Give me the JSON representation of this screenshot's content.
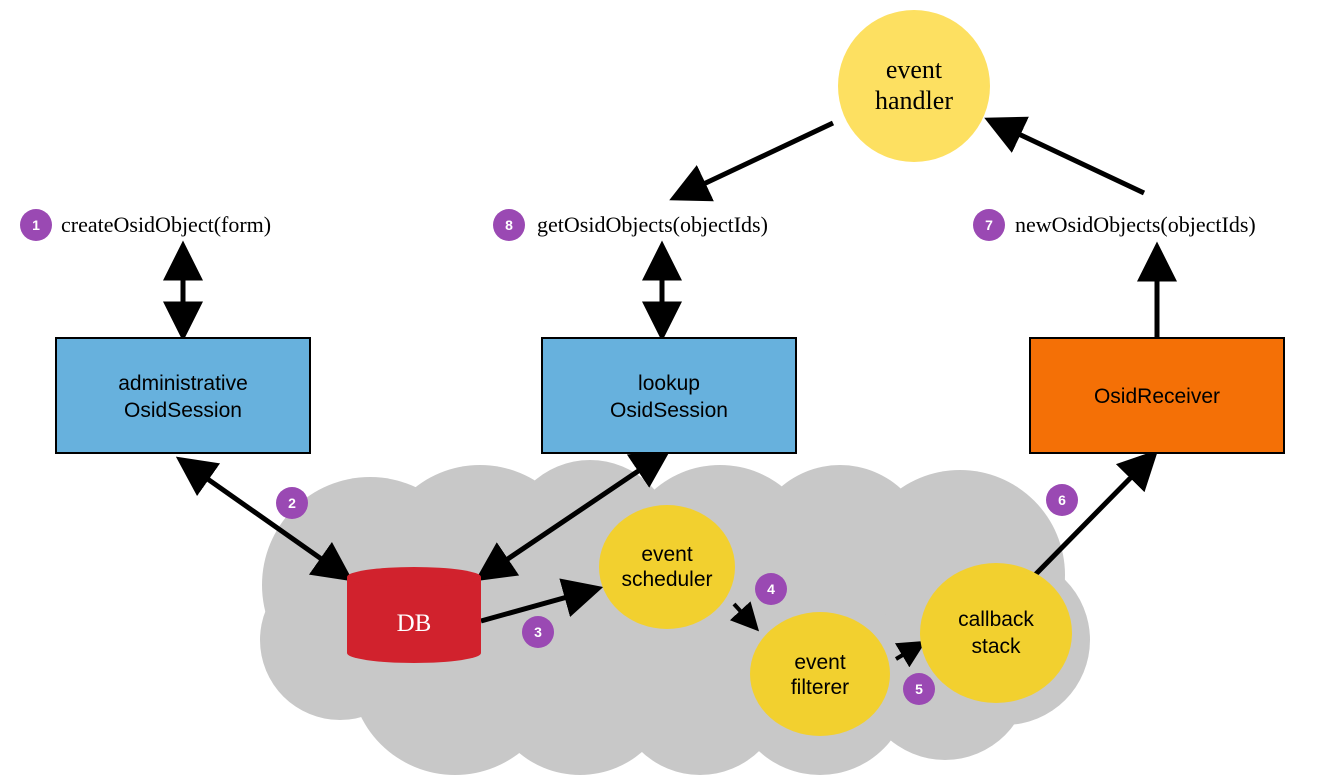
{
  "colors": {
    "session_box": "#67b1dd",
    "receiver_box": "#f47006",
    "event_node": "#f2d02f",
    "event_handler": "#fde061",
    "db": "#d1222d",
    "badge": "#9a49b3",
    "cloud": "#c8c8c8"
  },
  "calls": {
    "create": "createOsidObject(form)",
    "get": "getOsidObjects(objectIds)",
    "new": "newOsidObjects(objectIds)"
  },
  "boxes": {
    "admin": [
      "administrative",
      "OsidSession"
    ],
    "lookup": [
      "lookup",
      "OsidSession"
    ],
    "receiver": [
      "OsidReceiver"
    ]
  },
  "nodes": {
    "event_handler": [
      "event",
      "handler"
    ],
    "event_scheduler": [
      "event",
      "scheduler"
    ],
    "event_filterer": [
      "event",
      "filterer"
    ],
    "callback_stack": [
      "callback",
      "stack"
    ],
    "db": "DB"
  },
  "steps": [
    "1",
    "2",
    "3",
    "4",
    "5",
    "6",
    "7",
    "8"
  ]
}
